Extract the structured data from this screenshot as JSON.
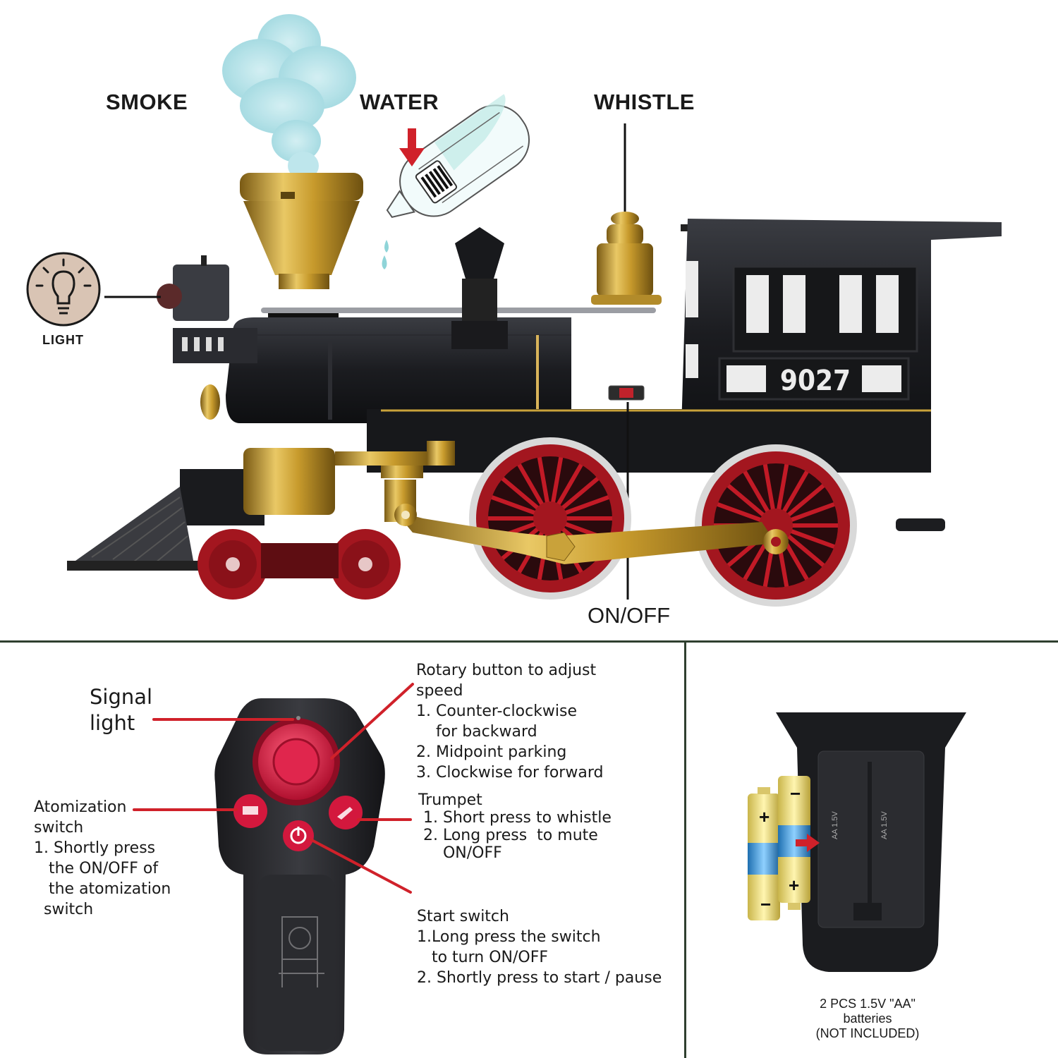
{
  "features": {
    "smoke": "SMOKE",
    "water": "WATER",
    "whistle": "WHISTLE",
    "light": "LIGHT",
    "on_off": "ON/OFF",
    "number_plate": "9027"
  },
  "remote": {
    "signal_light": "Signal\nlight",
    "rotary": "Rotary button to adjust\nspeed\n1. Counter-clockwise\n    for backward\n2. Midpoint parking\n3. Clockwise for forward",
    "trumpet": "Trumpet\n 1. Short press to whistle\n 2. Long press  to mute\n     ON/OFF",
    "atomization": "Atomization\nswitch\n1. Shortly press\n   the ON/OFF of\n   the atomization\n  switch",
    "start": "Start switch\n1.Long press the switch\n   to turn ON/OFF\n2. Shortly press to start / pause"
  },
  "battery": {
    "note": "2 PCS 1.5V \"AA\"\nbatteries\n(NOT INCLUDED)",
    "plus": "+",
    "minus": "−",
    "compartment_text": "AA 1.5V"
  },
  "colors": {
    "accent_red": "#d0212a",
    "gold": "#c9a23a",
    "wheel_red": "#a3161f",
    "body_black": "#1c1d20",
    "divider": "#2f3f2f"
  }
}
